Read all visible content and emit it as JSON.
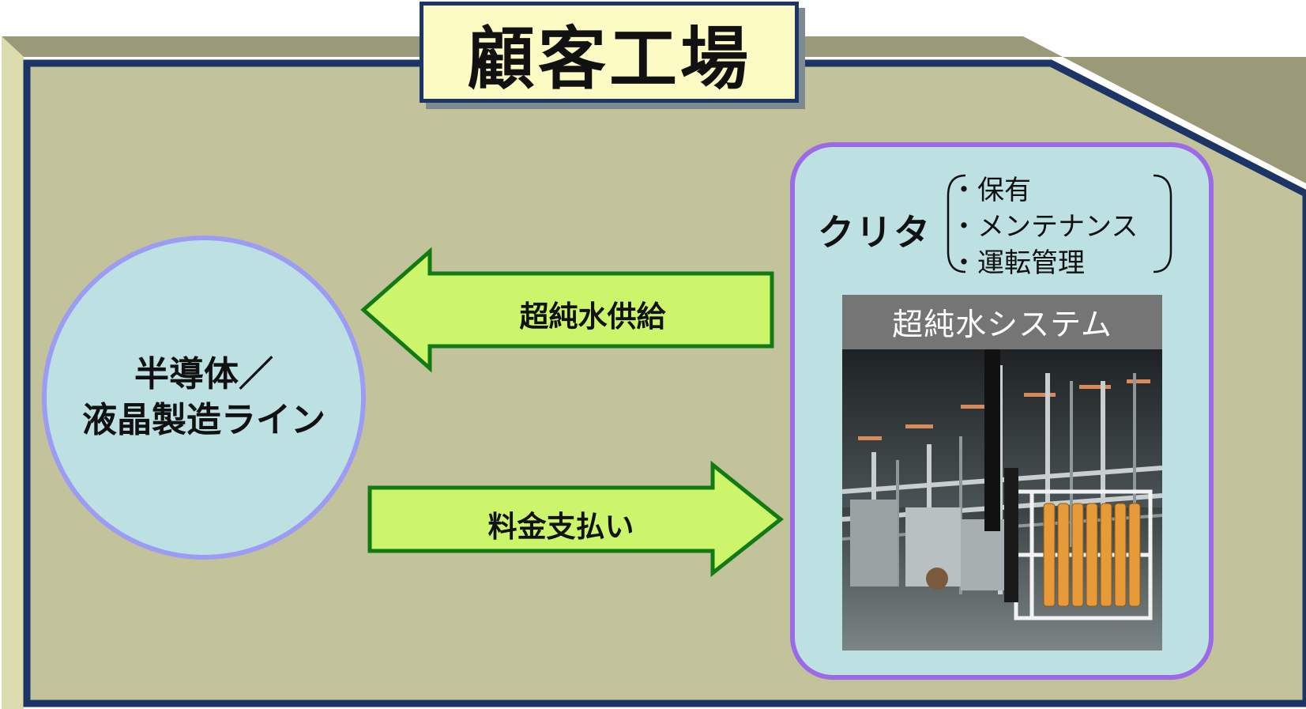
{
  "title": "顧客工場",
  "customer_line": {
    "line1": "半導体／",
    "line2": "液晶製造ライン"
  },
  "flows": {
    "supply_label": "超純水供給",
    "payment_label": "料金支払い"
  },
  "kurita": {
    "company": "クリタ",
    "services": [
      "・保有",
      "・メンテナンス",
      "・運転管理"
    ],
    "system_label": "超純水システム"
  },
  "colors": {
    "factory_fill": "#c2c39a",
    "factory_border": "#1c3566",
    "title_fill": "#fdfbc4",
    "circle_fill": "#bde0e3",
    "circle_border": "#9c9cf4",
    "panel_border": "#9c6ae6",
    "arrow_fill": "#ccf56b",
    "arrow_border": "#127a12"
  }
}
